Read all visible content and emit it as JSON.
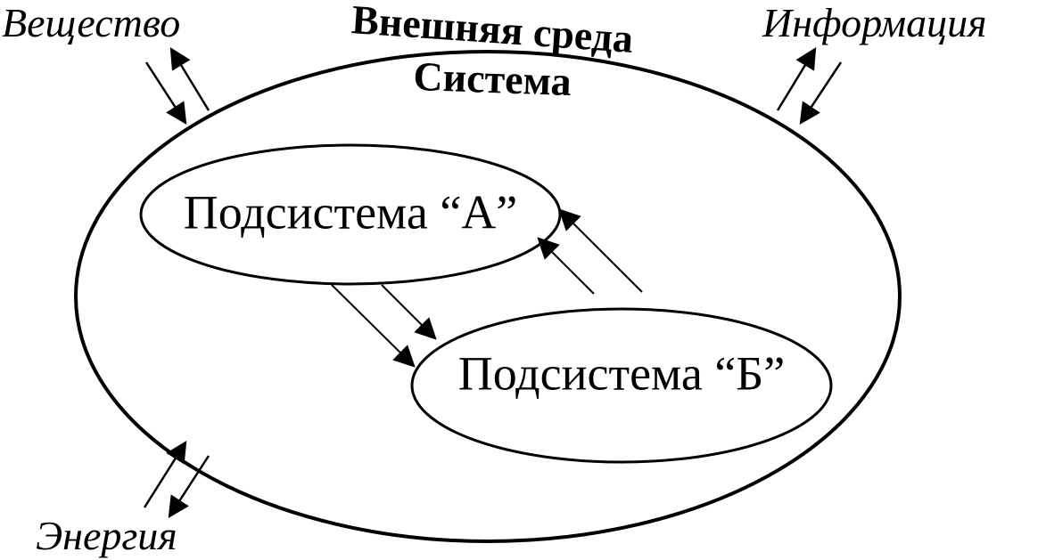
{
  "labels": {
    "environment": "Внешняя среда",
    "system": "Система",
    "subsystem_a": "Подсистема “А”",
    "subsystem_b": "Подсистема “Б”",
    "matter": "Вещество",
    "information": "Информация",
    "energy": "Энергия"
  },
  "colors": {
    "stroke": "#000000",
    "background": "#ffffff"
  }
}
